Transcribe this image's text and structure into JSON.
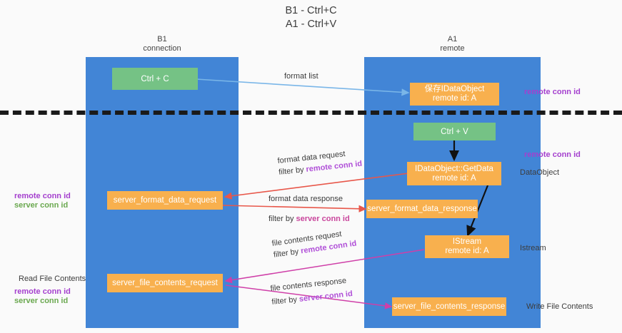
{
  "title": {
    "line1": "B1 - Ctrl+C",
    "line2": "A1 - Ctrl+V"
  },
  "lanes": [
    {
      "name": "B1",
      "sub": "connection",
      "header": "B1\nconnection"
    },
    {
      "name": "A1",
      "sub": "remote",
      "header": "A1\nremote"
    }
  ],
  "nodes": {
    "ctrl_c": {
      "line1": "Ctrl + C",
      "line2": ""
    },
    "ctrl_v": {
      "line1": "Ctrl + V",
      "line2": ""
    },
    "save_dataobject": {
      "line1": "保存IDataObject",
      "line2": "remote id: A"
    },
    "getdata": {
      "line1": "IDataObject::GetData",
      "line2": "remote id: A"
    },
    "istream": {
      "line1": "IStream",
      "line2": "remote id: A"
    },
    "server_format_data_request": {
      "line1": "server_format_data_request",
      "line2": ""
    },
    "server_format_data_response": {
      "line1": "server_format_data_response",
      "line2": ""
    },
    "server_file_contents_request": {
      "line1": "server_file_contents_request",
      "line2": ""
    },
    "server_file_contents_response": {
      "line1": "server_file_contents_response",
      "line2": ""
    }
  },
  "edge_labels": {
    "format_list": "format list",
    "format_data_request": "format data request",
    "format_data_request_filter_prefix": "filter by ",
    "format_data_request_filter_key": "remote conn id",
    "format_data_response": "format data response",
    "format_data_response_filter_prefix": "filter by ",
    "format_data_response_filter_key": "server conn id",
    "file_contents_request": "file contents request",
    "file_contents_request_filter_prefix": "filter by ",
    "file_contents_request_filter_key": "remote conn id",
    "file_contents_response": "file contents response",
    "file_contents_response_filter_prefix": "filter by ",
    "file_contents_response_filter_key": "server conn id"
  },
  "annotations": {
    "right_remote_conn_id_top": "remote conn id",
    "right_remote_conn_id_mid": "remote conn id",
    "right_dataobject": "DataObject",
    "right_istream": "Istream",
    "right_write_file_contents": "Write File Contents",
    "left_remote_conn_id": "remote conn id",
    "left_server_conn_id": "server conn id",
    "left_read_file_contents": "Read File Contents",
    "left_remote_conn_id_2": "remote conn id",
    "left_server_conn_id_2": "server conn id"
  },
  "colors": {
    "lane": "#4285d6",
    "node_green": "#75c285",
    "node_orange": "#f8b04e",
    "purple": "#a43fce",
    "green": "#6aa84f",
    "magenta": "#c9469c",
    "violet": "#b04fd8",
    "arrow_blue": "#7ab6e8",
    "arrow_red": "#e8574a",
    "arrow_black": "#111111",
    "arrow_magenta": "#cf3fa8",
    "background": "#fafafa",
    "dashed_line": "#1a1a1a"
  }
}
